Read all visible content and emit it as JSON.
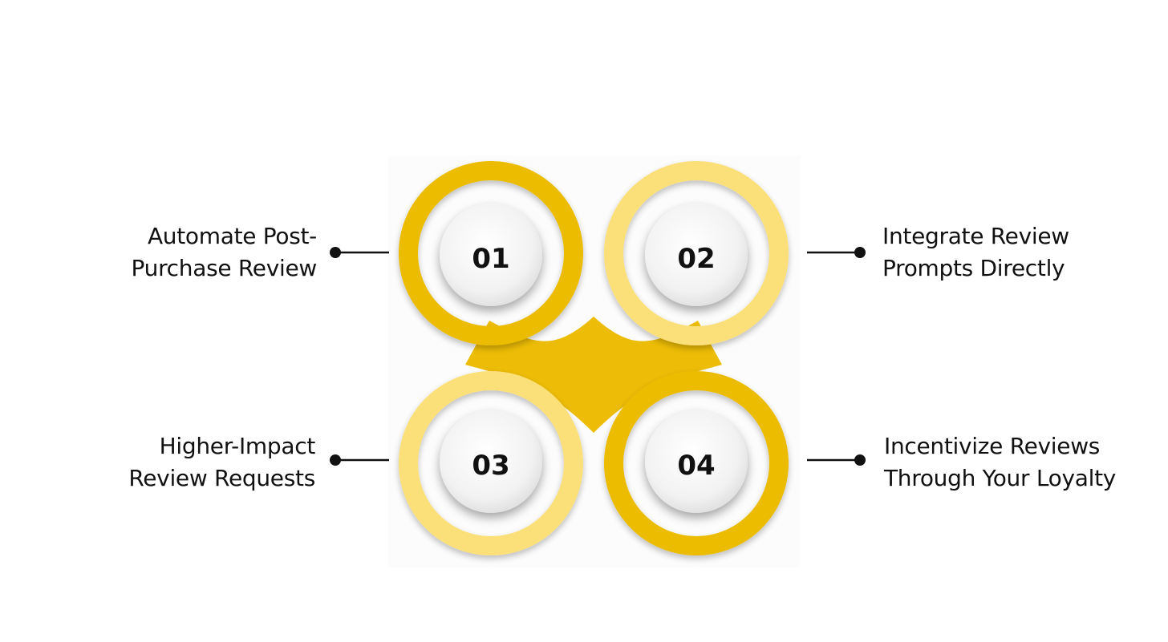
{
  "colors": {
    "ring_dark": "#ecbc06",
    "ring_light": "#fbe07a",
    "core": "#ecbc06",
    "button_face": "#f4f4f4",
    "connector": "#111111",
    "text": "#111111"
  },
  "steps": [
    {
      "number": "01",
      "line1": "Automate Post-",
      "line2": "Purchase Review",
      "ring_tone": "dark"
    },
    {
      "number": "02",
      "line1": "Integrate Review",
      "line2": "Prompts Directly",
      "ring_tone": "light"
    },
    {
      "number": "03",
      "line1": "Higher-Impact",
      "line2": "Review Requests",
      "ring_tone": "light"
    },
    {
      "number": "04",
      "line1": "Incentivize Reviews",
      "line2": "Through Your Loyalty",
      "ring_tone": "dark"
    }
  ]
}
